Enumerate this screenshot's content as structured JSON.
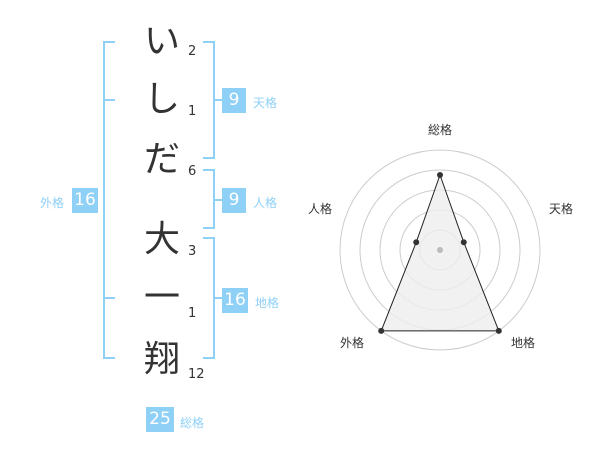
{
  "name": {
    "characters": [
      {
        "char": "い",
        "strokes": "2"
      },
      {
        "char": "し",
        "strokes": "1"
      },
      {
        "char": "だ",
        "strokes": "6"
      },
      {
        "char": "大",
        "strokes": "3"
      },
      {
        "char": "一",
        "strokes": "1"
      },
      {
        "char": "翔",
        "strokes": "12"
      }
    ]
  },
  "fortunes": {
    "tenkaku": {
      "label": "天格",
      "value": "9"
    },
    "jinkaku": {
      "label": "人格",
      "value": "9"
    },
    "chikaku": {
      "label": "地格",
      "value": "16"
    },
    "gaikaku": {
      "label": "外格",
      "value": "16"
    },
    "soukaku": {
      "label": "総格",
      "value": "25"
    }
  },
  "colors": {
    "accent": "#8fd0f7",
    "text": "#333333",
    "grid": "#cccccc",
    "fill": "#eeeeee"
  },
  "chart_data": {
    "type": "radar",
    "axes": [
      "総格",
      "天格",
      "地格",
      "外格",
      "人格"
    ],
    "values": [
      0.75,
      0.25,
      1.0,
      1.0,
      0.25
    ],
    "grid_rings": 5,
    "range": [
      0,
      1
    ]
  }
}
